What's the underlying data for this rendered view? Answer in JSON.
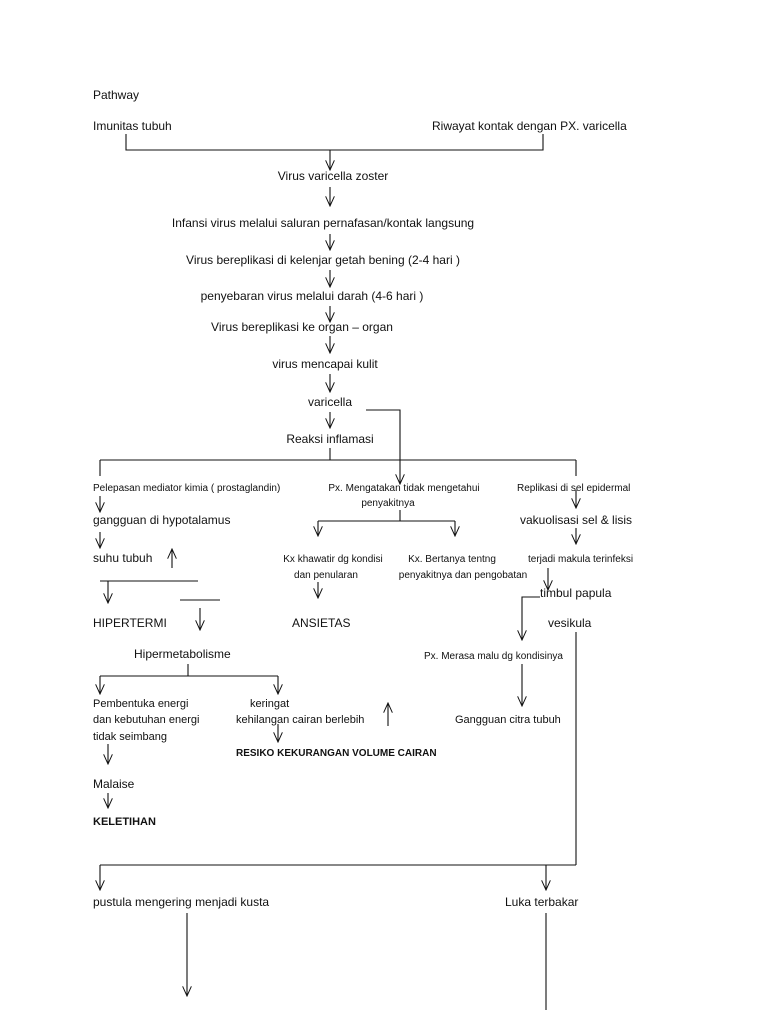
{
  "title": "Pathway",
  "nodes": {
    "imunitas": "Imunitas tubuh",
    "riwayat": "Riwayat kontak dengan PX. varicella",
    "virus_zoster": "Virus varicella zoster",
    "infansi": "Infansi virus melalui saluran pernafasan/kontak langsung",
    "bereplikasi_kelenjar": "Virus bereplikasi di kelenjar getah bening (2-4 hari )",
    "penyebaran": "penyebaran virus melalui darah (4-6 hari )",
    "bereplikasi_organ": "Virus bereplikasi ke organ – organ",
    "mencapai_kulit": "virus mencapai kulit",
    "varicella": "varicella",
    "reaksi": "Reaksi inflamasi",
    "pelepasan": "Pelepasan mediator kimia ( prostaglandin)",
    "px_mengatakan_1": "Px. Mengatakan tidak mengetahui",
    "px_mengatakan_2": "penyakitnya",
    "replikasi": "Replikasi di sel epidermal",
    "gangguan_hipo": "gangguan di hypotalamus",
    "vakuolisasi": "vakuolisasi sel & lisis",
    "suhu": "suhu tubuh",
    "kx_khawatir_1": "Kx khawatir dg kondisi",
    "kx_khawatir_2": "dan penularan",
    "kx_bertanya_1": "Kx. Bertanya tentng",
    "kx_bertanya_2": "penyakitnya dan pengobatan",
    "makula": "terjadi makula terinfeksi",
    "papula": "timbul papula",
    "hipertermi": "HIPERTERMI",
    "ansietas": "ANSIETAS",
    "vesikula": "vesikula",
    "hipermetabolisme": "Hipermetabolisme",
    "px_malu": "Px. Merasa malu dg kondisinya",
    "pembentuka_1": "Pembentuka energi",
    "pembentuka_2": "dan kebutuhan energi",
    "pembentuka_3": "tidak seimbang",
    "keringat": "keringat",
    "kehilangan": "kehilangan cairan berlebih",
    "citra": "Gangguan citra tubuh",
    "resiko": "RESIKO KEKURANGAN VOLUME CAIRAN",
    "malaise": "Malaise",
    "keletihan": "KELETIHAN",
    "pustula": "pustula mengering menjadi kusta",
    "luka": "Luka terbakar"
  },
  "colors": {
    "line": "#111111",
    "text": "#111111",
    "background": "#ffffff"
  }
}
